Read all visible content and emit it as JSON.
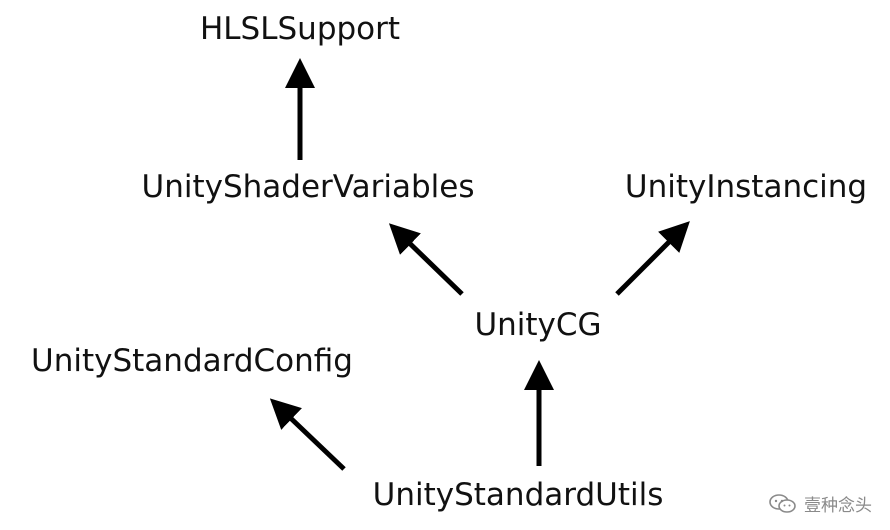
{
  "nodes": [
    {
      "id": "hlslsupport",
      "label": "HLSLSupport"
    },
    {
      "id": "unityshadervariables",
      "label": "UnityShaderVariables"
    },
    {
      "id": "unityinstancing",
      "label": "UnityInstancing"
    },
    {
      "id": "unitycg",
      "label": "UnityCG"
    },
    {
      "id": "unitystandardconfig",
      "label": "UnityStandardConfig"
    },
    {
      "id": "unitystandardutils",
      "label": "UnityStandardUtils"
    }
  ],
  "edges": [
    {
      "from": "unityshadervariables",
      "to": "hlslsupport"
    },
    {
      "from": "unitycg",
      "to": "unityshadervariables"
    },
    {
      "from": "unitycg",
      "to": "unityinstancing"
    },
    {
      "from": "unitystandardutils",
      "to": "unitycg"
    },
    {
      "from": "unitystandardutils",
      "to": "unitystandardconfig"
    }
  ],
  "colors": {
    "text": "#111111",
    "arrow": "#000000",
    "background": "#ffffff",
    "watermark": "#8a8a8a"
  },
  "watermark": {
    "icon": "wechat-icon",
    "text": "壹种念头"
  }
}
